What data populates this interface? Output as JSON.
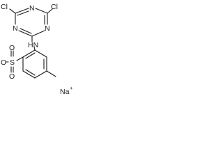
{
  "atoms": {
    "cl_left": "Cl",
    "cl_right": "Cl",
    "n_top": "N",
    "n_left": "N",
    "n_right": "N",
    "nh": "HN",
    "s": "S",
    "o_top": "O",
    "o_bottom": "O",
    "o_left": "O",
    "na": "Na",
    "na_charge": "+"
  }
}
